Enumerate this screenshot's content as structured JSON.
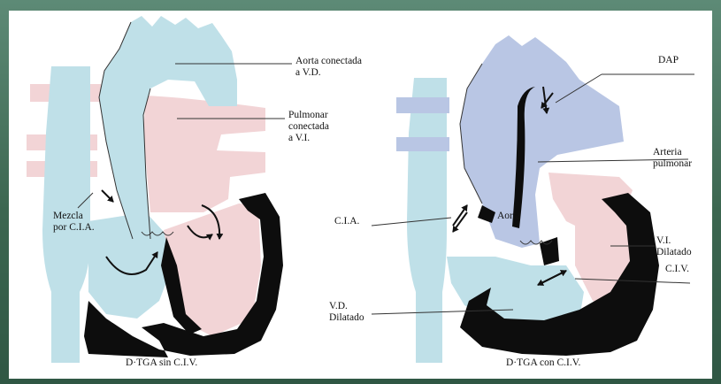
{
  "colors": {
    "blue": "#bfe0e8",
    "pink": "#f2d4d6",
    "mixed": "#b9c6e4",
    "muscle": "#0d0d0d",
    "frame": "#3e6a55"
  },
  "left_diagram": {
    "caption": "D·TGA sin C.I.V.",
    "labels": {
      "aorta": "Aorta conectada\na V.D.",
      "pulmonar": "Pulmonar\nconectada\na V.I.",
      "mezcla": "Mezcla\npor C.I.A."
    }
  },
  "right_diagram": {
    "caption": "D·TGA con C.I.V.",
    "labels": {
      "dap": "DAP",
      "arteria": "Arteria\npulmonar",
      "cia": "C.I.A.",
      "aorta": "Aorta",
      "vi": "V.I.\nDilatado",
      "civ": "C.I.V.",
      "vd": "V.D.\nDilatado"
    }
  }
}
